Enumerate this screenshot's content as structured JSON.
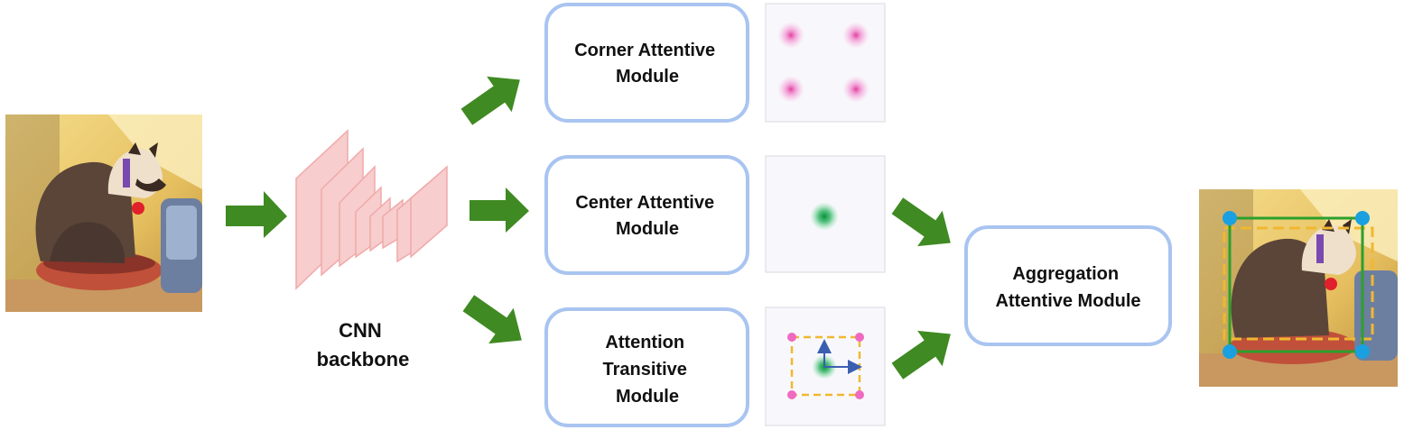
{
  "diagram": {
    "backbone_label": [
      "CNN",
      "backbone"
    ],
    "modules": {
      "corner": [
        "Corner Attentive",
        "Module"
      ],
      "center": [
        "Center Attentive",
        "Module"
      ],
      "transitive": [
        "Attention",
        "Transitive",
        "Module"
      ],
      "aggregation": [
        "Aggregation",
        "Attentive Module"
      ]
    },
    "colors": {
      "arrow": "#3f8a22",
      "module_border": "#a9c4f0",
      "backbone_fill": "#f7c8c8",
      "backbone_stroke": "#f0a0a0",
      "corner_heat": "#f07ac8",
      "center_heat": "#1fae55",
      "dashed_box": "#f0b830",
      "vector": "#3b5fb0",
      "keypoint": "#1aa0e0",
      "pred_box": "#2ca02c"
    },
    "icons": {
      "input_image": "cat-photo",
      "output_image": "cat-photo-with-boxes"
    }
  }
}
